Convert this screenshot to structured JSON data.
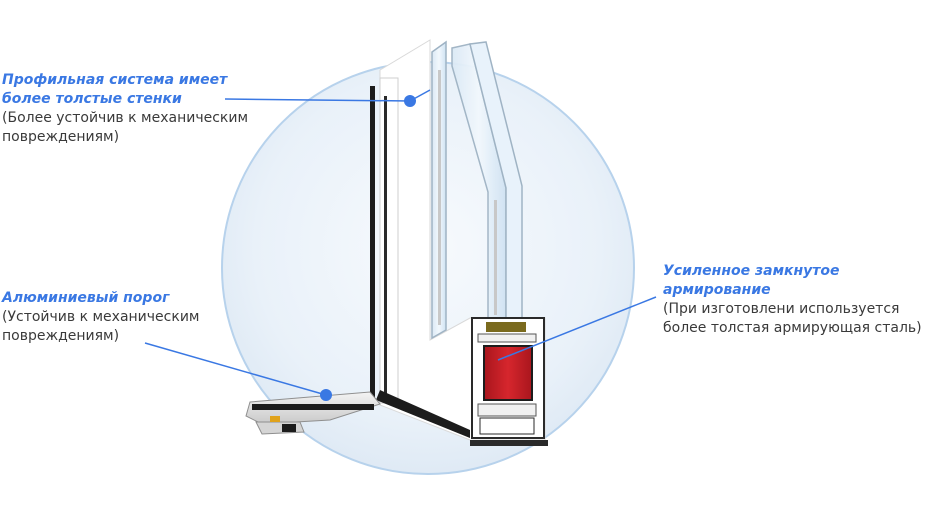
{
  "callouts": [
    {
      "title": "Профильная система имеет более толстые стенки",
      "desc": "(Более устойчив к механическим повреждениям)"
    },
    {
      "title": "Алюминиевый порог",
      "desc": "(Устойчив к механическим повреждениям)"
    },
    {
      "title": "Усиленное замкнутое армирование",
      "desc": "(При изготовлени используется более толстая армирующая сталь)"
    }
  ],
  "colors": {
    "accent": "#3a78e3",
    "circle_fill": "#e6eff8",
    "circle_stroke": "#aacbea",
    "reinforcement": "#c81e26",
    "text": "#3a3a3a"
  }
}
